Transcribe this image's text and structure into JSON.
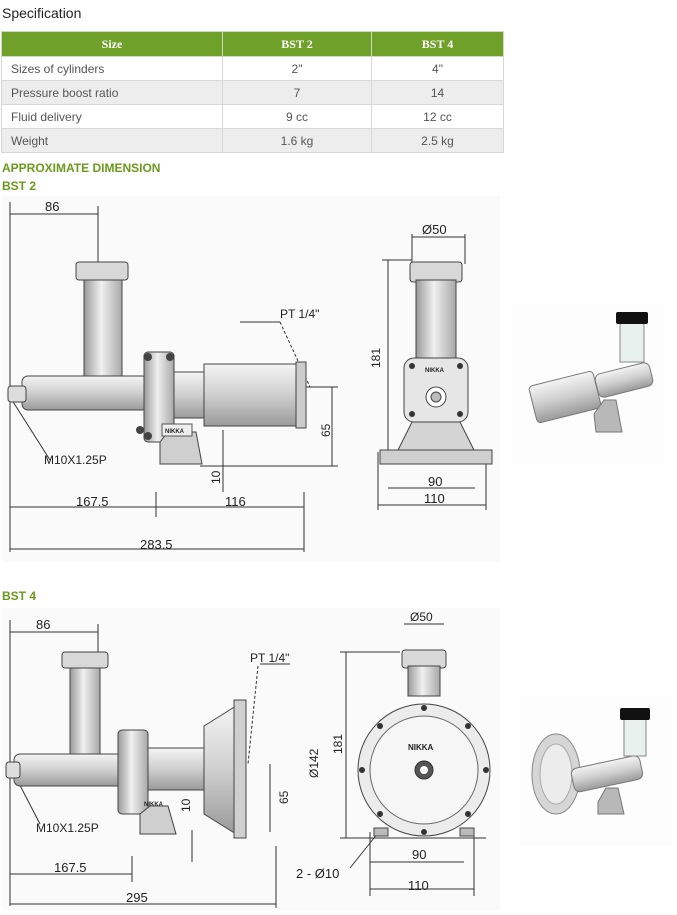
{
  "page_title": "Specification",
  "table": {
    "headers": [
      "Size",
      "BST 2",
      "BST 4"
    ],
    "rows": [
      [
        "Sizes of cylinders",
        "2\"",
        "4\""
      ],
      [
        "Pressure boost ratio",
        "7",
        "14"
      ],
      [
        "Fluid delivery",
        "9 cc",
        "12 cc"
      ],
      [
        "Weight",
        "1.6 kg",
        "2.5 kg"
      ]
    ]
  },
  "section_heading": "APPROXIMATE DIMENSION",
  "bst2": {
    "label": "BST 2",
    "dims": {
      "top": "86",
      "pt": "PT 1/4\"",
      "height_65": "65",
      "thread": "M10X1.25P",
      "gap_10": "10",
      "len_167": "167.5",
      "len_116": "116",
      "len_total": "283.5",
      "dia": "Ø50",
      "h181": "181",
      "w90": "90",
      "w110": "110"
    },
    "brand": "NIKKA"
  },
  "bst4": {
    "label": "BST 4",
    "dims": {
      "top": "86",
      "pt": "PT 1/4\"",
      "height_65": "65",
      "thread": "M10X1.25P",
      "gap_10": "10",
      "len_167": "167.5",
      "len_total": "295",
      "dia": "Ø50",
      "h181": "181",
      "dia142": "Ø142",
      "w90": "90",
      "w110": "110",
      "holes": "2 - Ø10"
    },
    "brand": "NIKKA"
  }
}
